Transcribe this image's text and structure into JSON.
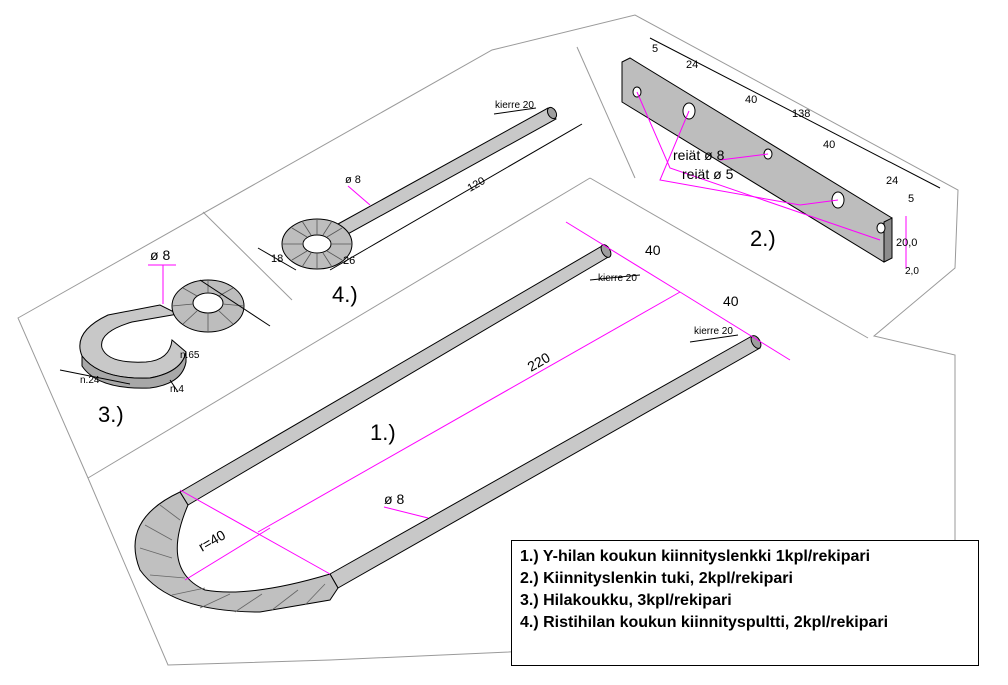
{
  "parts": {
    "p1": {
      "number": "1.)",
      "dims": {
        "width": "40",
        "width2": "40",
        "length": "220",
        "radius": "r=40",
        "diameter": "ø 8",
        "thread_a": "kierre 20",
        "thread_b": "kierre 20"
      }
    },
    "p2": {
      "number": "2.)",
      "dims": {
        "d5a": "5",
        "d24a": "24",
        "d40a": "40",
        "d138": "138",
        "d40b": "40",
        "d24b": "24",
        "d5b": "5",
        "height": "20,0",
        "thickness": "2,0",
        "holes8": "reiät ø 8",
        "holes5": "reiät ø 5"
      }
    },
    "p3": {
      "number": "3.)",
      "dims": {
        "diameter": "ø 8",
        "n65": "n.65",
        "n24": "n.24",
        "n4": "n.4"
      }
    },
    "p4": {
      "number": "4.)",
      "dims": {
        "diameter": "ø 8",
        "length": "120",
        "thread": "kierre 20",
        "ring_in": "18",
        "ring_out": "26"
      }
    }
  },
  "legend": {
    "items": [
      "1.) Y-hilan koukun kiinnityslenkki 1kpl/rekipari",
      "2.) Kiinnityslenkin tuki, 2kpl/rekipari",
      "3.) Hilakoukku, 3kpl/rekipari",
      "4.) Ristihilan koukun kiinnityspultti, 2kpl/rekipari"
    ]
  },
  "colors": {
    "steel": "#c8c8c8",
    "steel_dark": "#9e9e9e",
    "dimension": "#ff00ff",
    "outline": "#000000",
    "panel": "#9a9a9a"
  }
}
